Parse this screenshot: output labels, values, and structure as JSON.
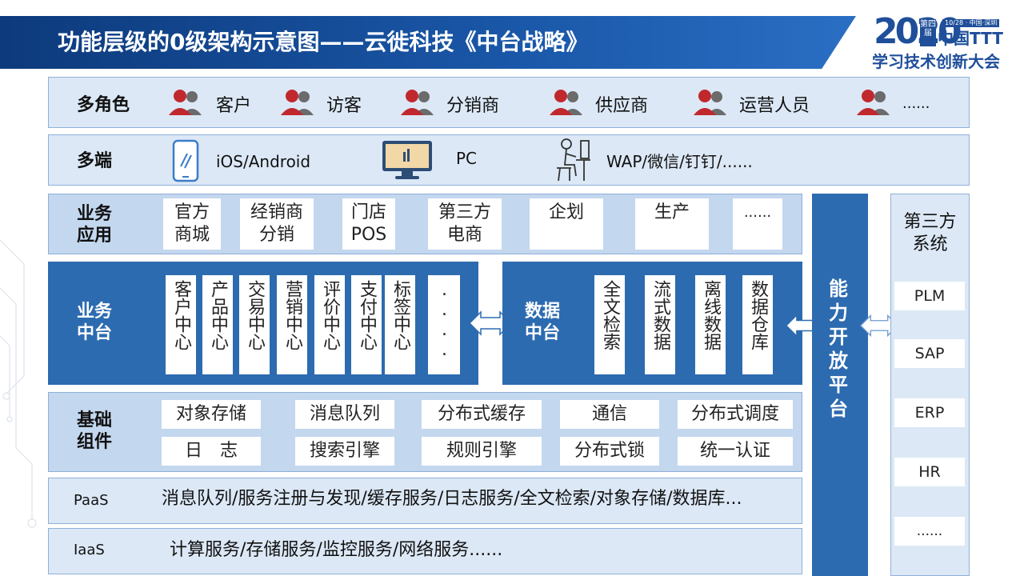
{
  "header": {
    "title": "功能层级的0级架构示意图——云徙科技《中台战略》",
    "logo": {
      "number": "2020",
      "badge": "第四届",
      "small": "10/28 · 中国·深圳",
      "line1": "中国TTT",
      "line2": "学习技术创新大会"
    }
  },
  "roles": {
    "label": "多角色",
    "items": [
      "客户",
      "访客",
      "分销商",
      "供应商",
      "运营人员",
      "......"
    ]
  },
  "endpoints": {
    "label": "多端",
    "items": [
      {
        "text": "iOS/Android",
        "icon": "smartphone-icon"
      },
      {
        "text": "PC",
        "icon": "monitor-icon"
      },
      {
        "text": "WAP/微信/钉钉/......",
        "icon": "person-at-desk-icon"
      }
    ]
  },
  "business_apps": {
    "label": "业务\n应用",
    "items": [
      "官方\n商城",
      "经销商\n分销",
      "门店\nPOS",
      "第三方\n电商",
      "企划",
      "生产",
      "......"
    ]
  },
  "business_platform": {
    "label": "业务\n中台",
    "items": [
      "客户中心",
      "产品中心",
      "交易中心",
      "营销中心",
      "评价中心",
      "支付中心",
      "标签中心",
      "...."
    ]
  },
  "data_platform": {
    "label": "数据\n中台",
    "items": [
      "全文检索",
      "流式数据",
      "离线数据",
      "数据仓库"
    ]
  },
  "base_components": {
    "label": "基础\n组件",
    "row1": [
      "对象存储",
      "消息队列",
      "分布式缓存",
      "通信",
      "分布式调度"
    ],
    "row2": [
      "日　志",
      "搜索引擎",
      "规则引擎",
      "分布式锁",
      "统一认证"
    ]
  },
  "paas": {
    "label": "PaaS",
    "text": "消息队列/服务注册与发现/缓存服务/日志服务/全文检索/对象存储/数据库..."
  },
  "iaas": {
    "label": "IaaS",
    "text": "计算服务/存储服务/监控服务/网络服务......"
  },
  "open_platform": {
    "label": "能力开放平台"
  },
  "third_party": {
    "label": "第三方\n系统",
    "items": [
      "PLM",
      "SAP",
      "ERP",
      "HR",
      "......"
    ]
  },
  "colors": {
    "dark_blue": "#2d6bb0",
    "light_blue": "#dce8f6",
    "banner": "#1a57a8",
    "role_red": "#c0282d",
    "role_gray": "#6b6b6b"
  }
}
